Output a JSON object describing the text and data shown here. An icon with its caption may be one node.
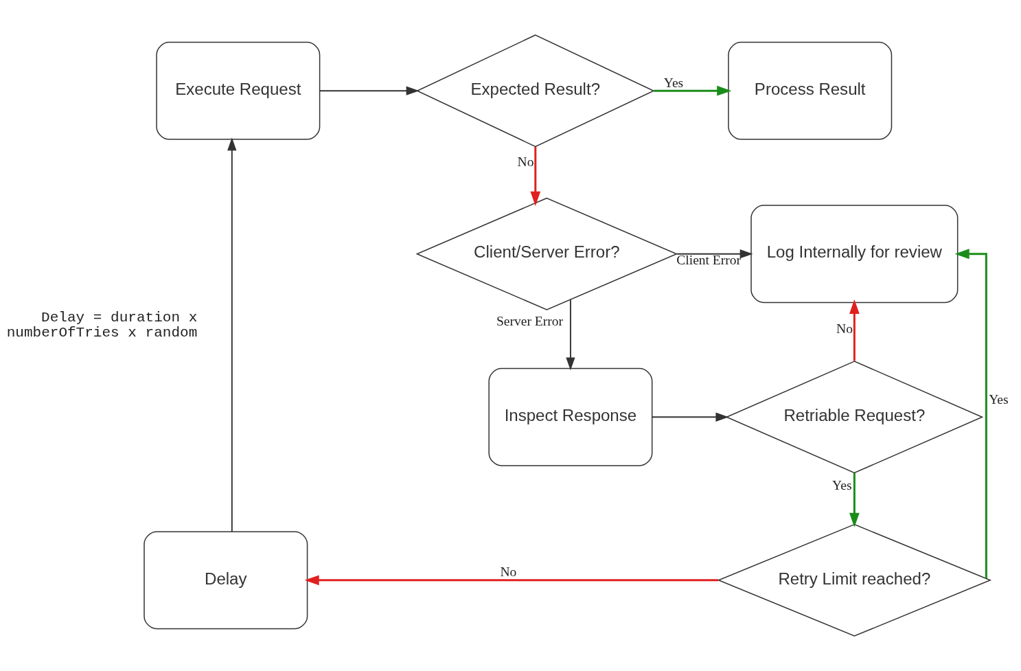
{
  "diagram": {
    "nodes": [
      {
        "text": [
          "Execute Request"
        ]
      },
      {
        "text": [
          "Expected Result?"
        ]
      },
      {
        "text": [
          "Process Result"
        ]
      },
      {
        "text": [
          "Client/Server Error?"
        ]
      },
      {
        "text": [
          "Log Internally for review"
        ]
      },
      {
        "text": [
          "Inspect Response"
        ]
      },
      {
        "text": [
          "Retriable Request?"
        ]
      },
      {
        "text": [
          "Retry Limit reached?"
        ]
      },
      {
        "text": [
          "Delay"
        ]
      }
    ],
    "edges": [
      {
        "from": 0,
        "to": 1,
        "arrow": "to"
      },
      {
        "from": 1,
        "to": 2,
        "arrow": "to",
        "label": "Yes",
        "color": "#1a8c1a"
      },
      {
        "from": 1,
        "to": 3,
        "arrow": "to",
        "label": "No",
        "color": "#e02020"
      },
      {
        "from": 3,
        "to": 4,
        "arrow": "to",
        "label": "Client Error"
      },
      {
        "from": 3,
        "to": 5,
        "arrow": "to",
        "label": "Server Error"
      },
      {
        "from": 5,
        "to": 6,
        "arrow": "to"
      },
      {
        "from": 6,
        "to": 4,
        "arrow": "to",
        "label": "No",
        "color": "#e02020"
      },
      {
        "from": 6,
        "to": 7,
        "arrow": "to",
        "label": "Yes",
        "color": "#1a8c1a"
      },
      {
        "from": 7,
        "to": 4,
        "arrow": "to",
        "label": "Yes",
        "color": "#1a8c1a"
      },
      {
        "from": 7,
        "to": 8,
        "arrow": "to",
        "label": "No",
        "color": "#e02020"
      },
      {
        "from": 8,
        "to": 0,
        "arrow": "to",
        "label": "Delay = duration x numberOfTries x random"
      }
    ]
  }
}
